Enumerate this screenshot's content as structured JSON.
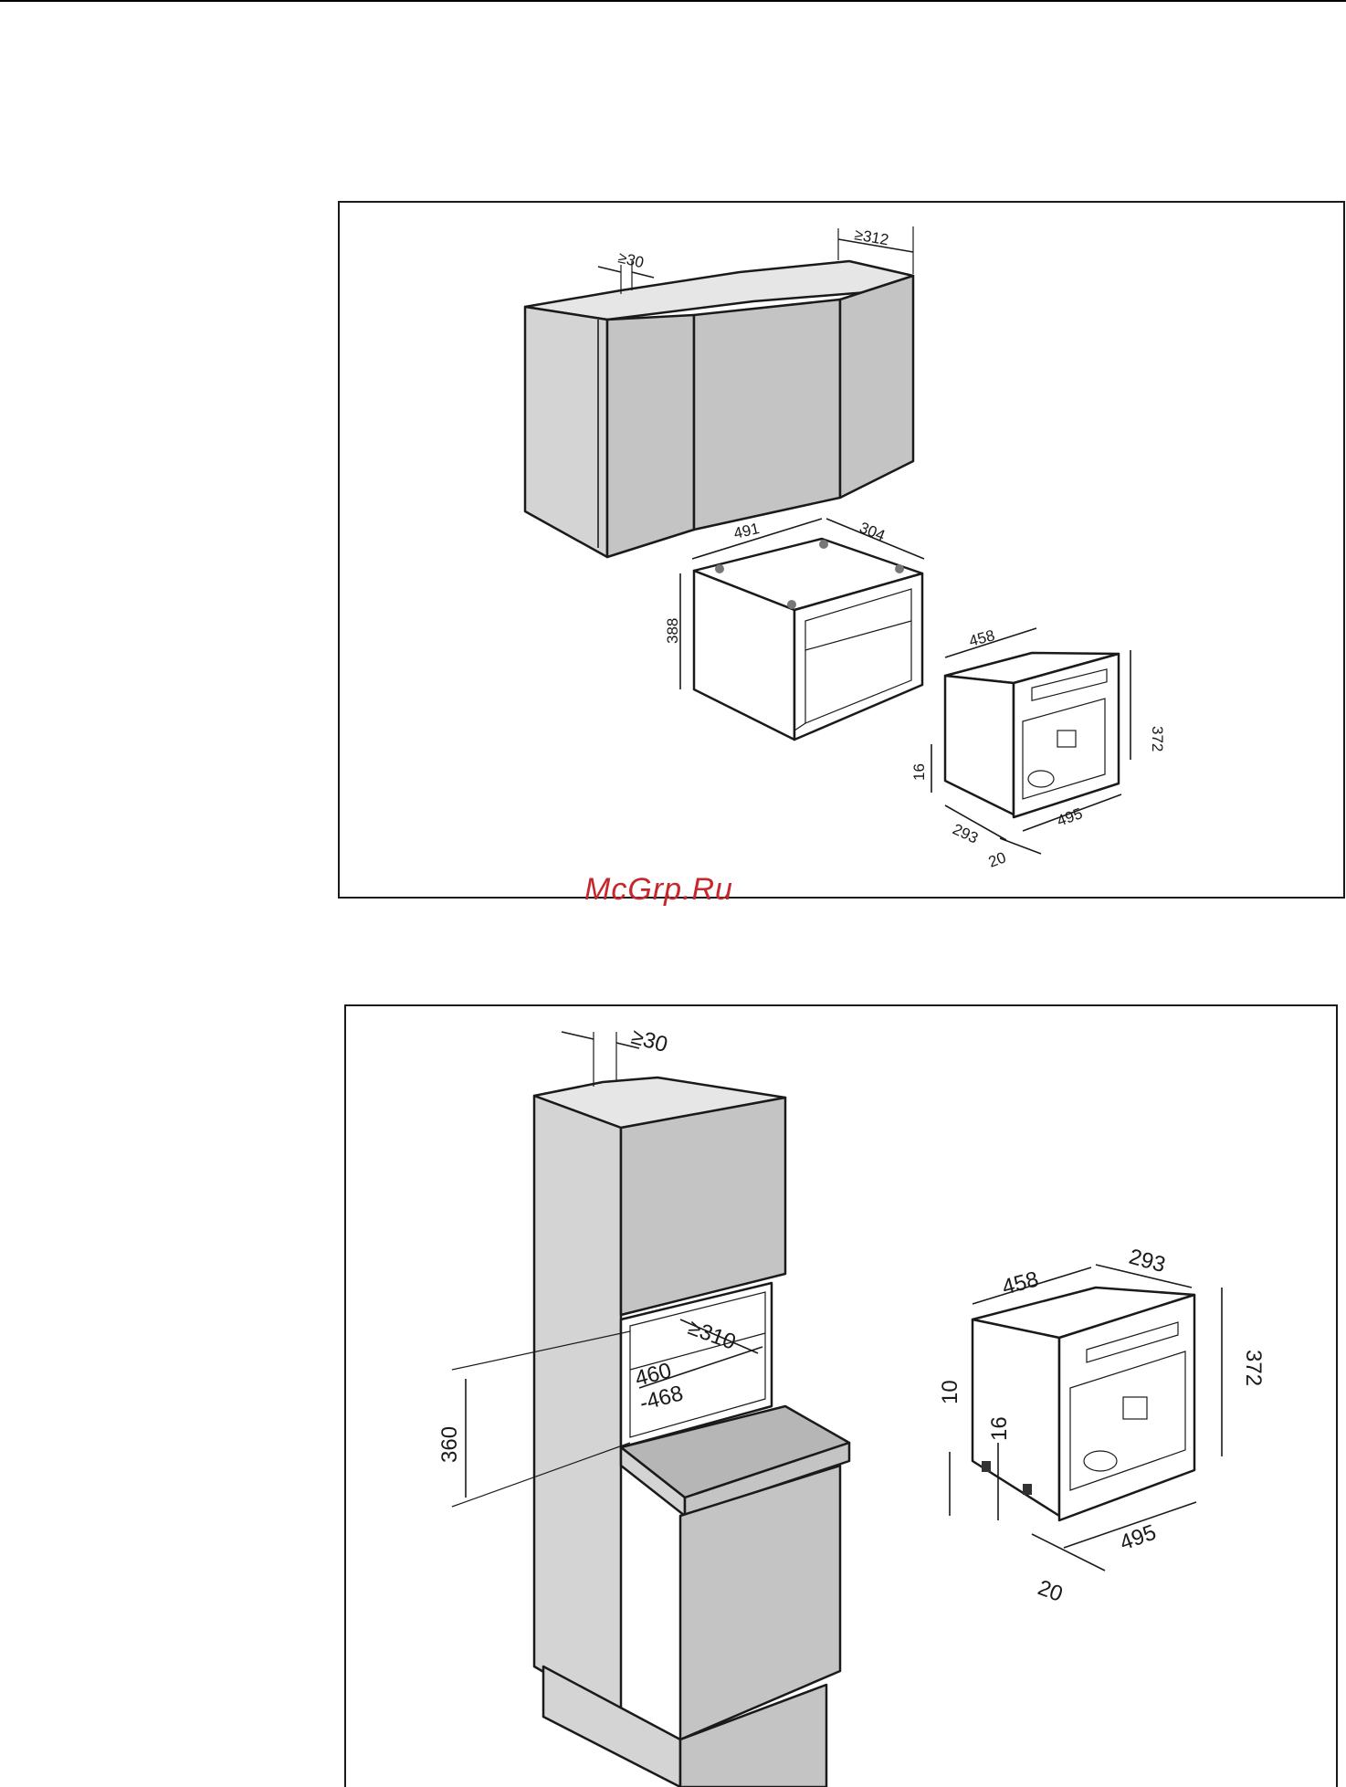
{
  "watermark": "McGrp.Ru",
  "diagram_1": {
    "labels": {
      "gap_top": "≥30",
      "depth_cabinet": "≥312",
      "niche_width": "491",
      "niche_depth": "304",
      "niche_height": "388",
      "appliance_width": "458",
      "appliance_height": "372",
      "base_offset": "16",
      "appliance_depth": "293",
      "front_width": "495",
      "front_depth": "20"
    }
  },
  "diagram_2": {
    "labels": {
      "gap_top": "≥30",
      "niche_depth": "≥310",
      "niche_width_min": "460",
      "niche_width_max": "-468",
      "niche_height": "360",
      "appliance_width": "458",
      "appliance_depth": "293",
      "appliance_height": "372",
      "feet_height": "10",
      "base_offset": "16",
      "front_width": "495",
      "front_depth": "20"
    }
  }
}
